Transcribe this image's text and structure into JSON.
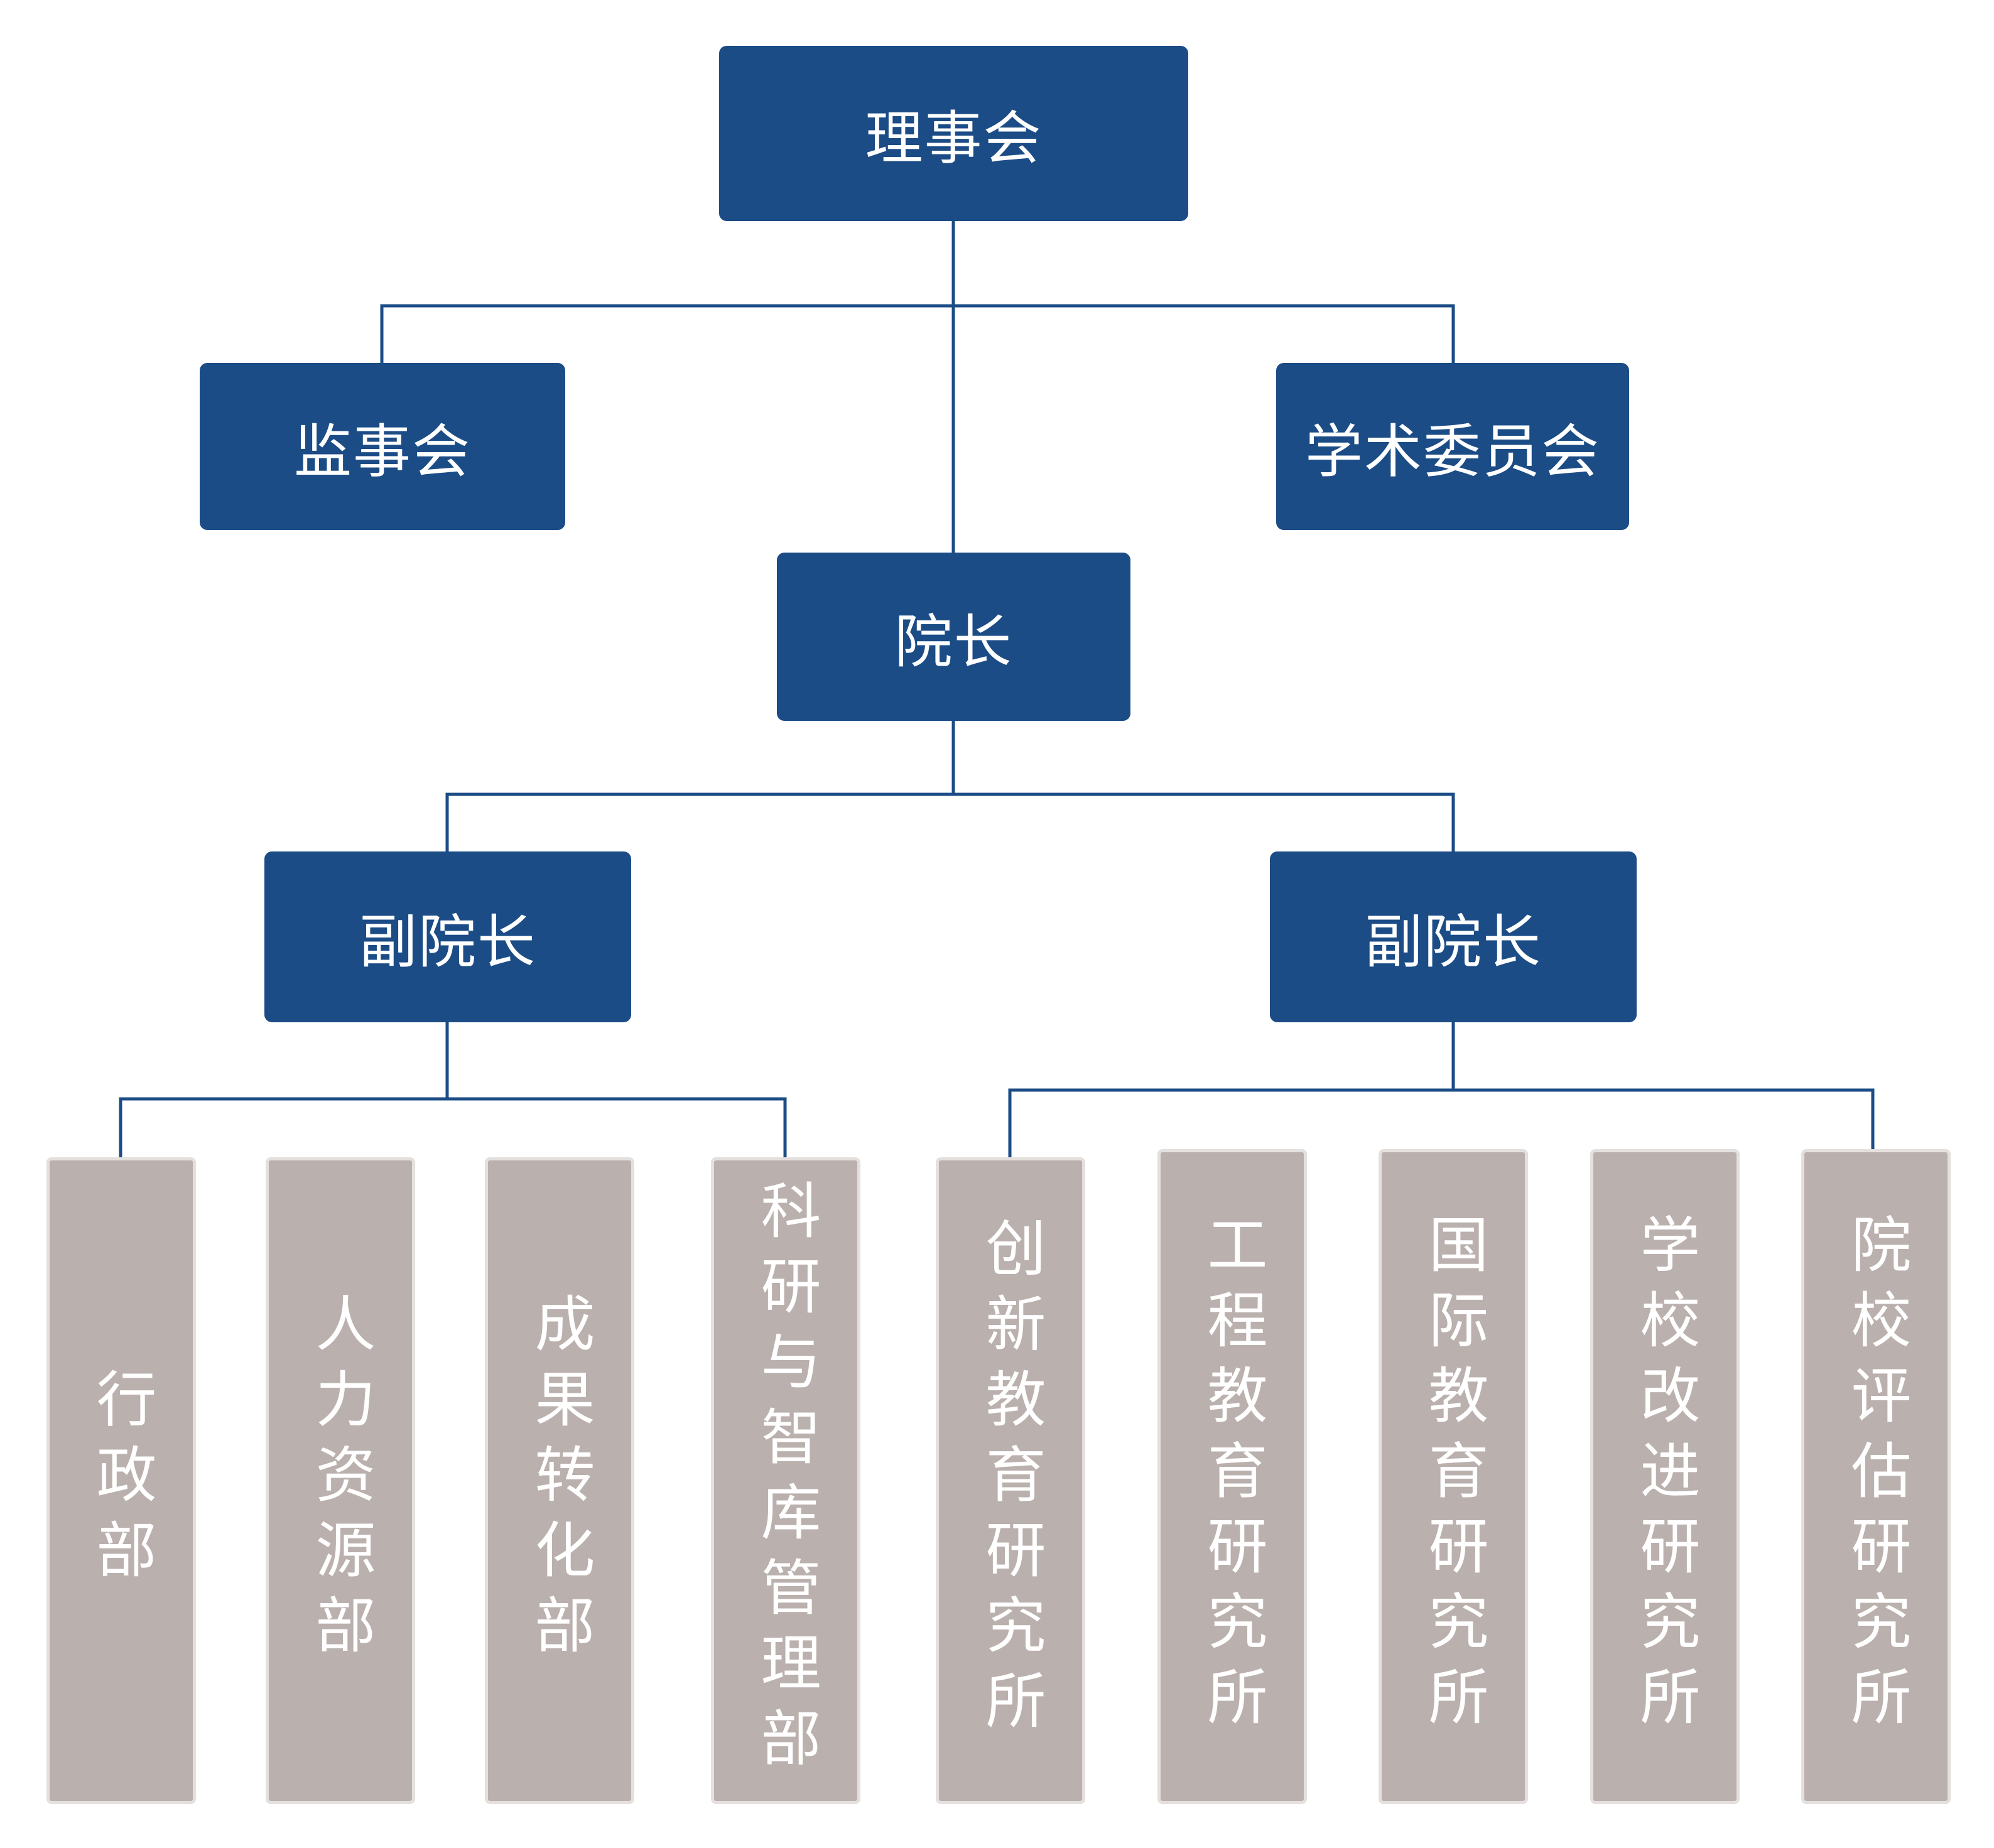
{
  "colors": {
    "header_box": "#1b4c86",
    "unit_box": "#bab0ad",
    "unit_border": "#e4e0de",
    "connector": "#1b4c86",
    "text": "#ffffff"
  },
  "board": {
    "label": "理事会"
  },
  "supervisory_board": {
    "label": "监事会"
  },
  "academic_committee": {
    "label": "学术委员会"
  },
  "president": {
    "label": "院长"
  },
  "vice_presidents": [
    {
      "label": "副院长",
      "units": [
        {
          "label": "行政部"
        },
        {
          "label": "人力资源部"
        },
        {
          "label": "成果转化部"
        },
        {
          "label": "科研与智库管理部"
        }
      ]
    },
    {
      "label": "副院长",
      "units": [
        {
          "label": "创新教育研究所"
        },
        {
          "label": "工程教育研究所"
        },
        {
          "label": "国际教育研究所"
        },
        {
          "label": "学校改进研究所"
        },
        {
          "label": "院校评估研究所"
        }
      ]
    }
  ]
}
